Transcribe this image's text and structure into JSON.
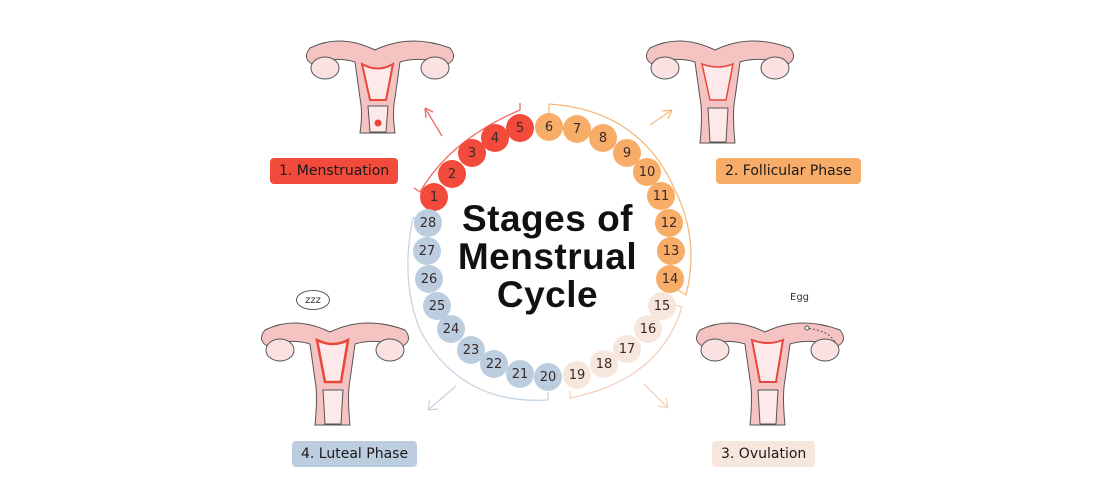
{
  "title_lines": [
    "Stages of",
    "Menstrual",
    "Cycle"
  ],
  "colors": {
    "menstruation": "#f24b3c",
    "follicular": "#f7ac68",
    "ovulation": "#f7e6dc",
    "luteal": "#bccddf"
  },
  "phases": [
    {
      "label": "1. Menstruation",
      "days": [
        1,
        2,
        3,
        4,
        5
      ]
    },
    {
      "label": "2. Follicular Phase",
      "days": [
        6,
        7,
        8,
        9,
        10,
        11,
        12,
        13,
        14
      ]
    },
    {
      "label": "3. Ovulation",
      "days": [
        15,
        16,
        17,
        18,
        19
      ]
    },
    {
      "label": "4. Luteal Phase",
      "days": [
        20,
        21,
        22,
        23,
        24,
        25,
        26,
        27,
        28
      ]
    }
  ],
  "days": [
    "1",
    "2",
    "3",
    "4",
    "5",
    "6",
    "7",
    "8",
    "9",
    "10",
    "11",
    "12",
    "13",
    "14",
    "15",
    "16",
    "17",
    "18",
    "19",
    "20",
    "21",
    "22",
    "23",
    "24",
    "25",
    "26",
    "27",
    "28"
  ],
  "annotations": {
    "egg": "Egg",
    "sleep": "zzz"
  }
}
